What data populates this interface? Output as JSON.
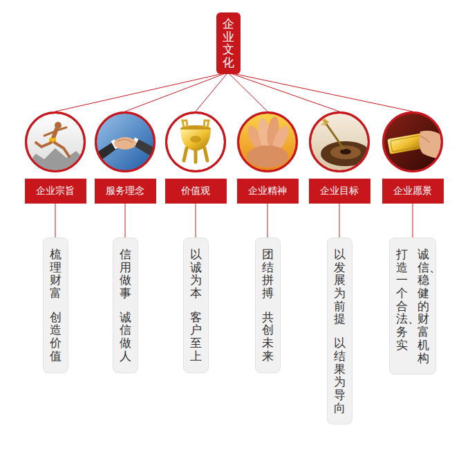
{
  "diagram": {
    "nodes": [
      {
        "text": [
          "企业文化"
        ]
      },
      {
        "text": [
          "企业宗旨"
        ]
      },
      {
        "text": [
          "服务理念"
        ]
      },
      {
        "text": [
          "价值观"
        ]
      },
      {
        "text": [
          "企业精神"
        ]
      },
      {
        "text": [
          "企业目标"
        ]
      },
      {
        "text": [
          "企业愿景"
        ]
      },
      {
        "text": [
          "梳理财富",
          "创造价值"
        ]
      },
      {
        "text": [
          "信用做事",
          "诚信做人"
        ]
      },
      {
        "text": [
          "以诚为本",
          "客户至上"
        ]
      },
      {
        "text": [
          "团结拼搏",
          "共创未来"
        ]
      },
      {
        "text": [
          "以发展为前提",
          "以结果为导向"
        ]
      },
      {
        "text": [
          "打造一个合法、务实",
          "诚信、稳健的财富机构"
        ]
      }
    ],
    "edges": [
      {
        "from": 0,
        "to": 1,
        "arrow": "none"
      },
      {
        "from": 0,
        "to": 2,
        "arrow": "none"
      },
      {
        "from": 0,
        "to": 3,
        "arrow": "none"
      },
      {
        "from": 0,
        "to": 4,
        "arrow": "none"
      },
      {
        "from": 0,
        "to": 5,
        "arrow": "none"
      },
      {
        "from": 0,
        "to": 6,
        "arrow": "none"
      },
      {
        "from": 1,
        "to": 7,
        "arrow": "none"
      },
      {
        "from": 2,
        "to": 8,
        "arrow": "none"
      },
      {
        "from": 3,
        "to": 9,
        "arrow": "none"
      },
      {
        "from": 4,
        "to": 10,
        "arrow": "none"
      },
      {
        "from": 5,
        "to": 11,
        "arrow": "none"
      },
      {
        "from": 6,
        "to": 12,
        "arrow": "none"
      }
    ]
  }
}
